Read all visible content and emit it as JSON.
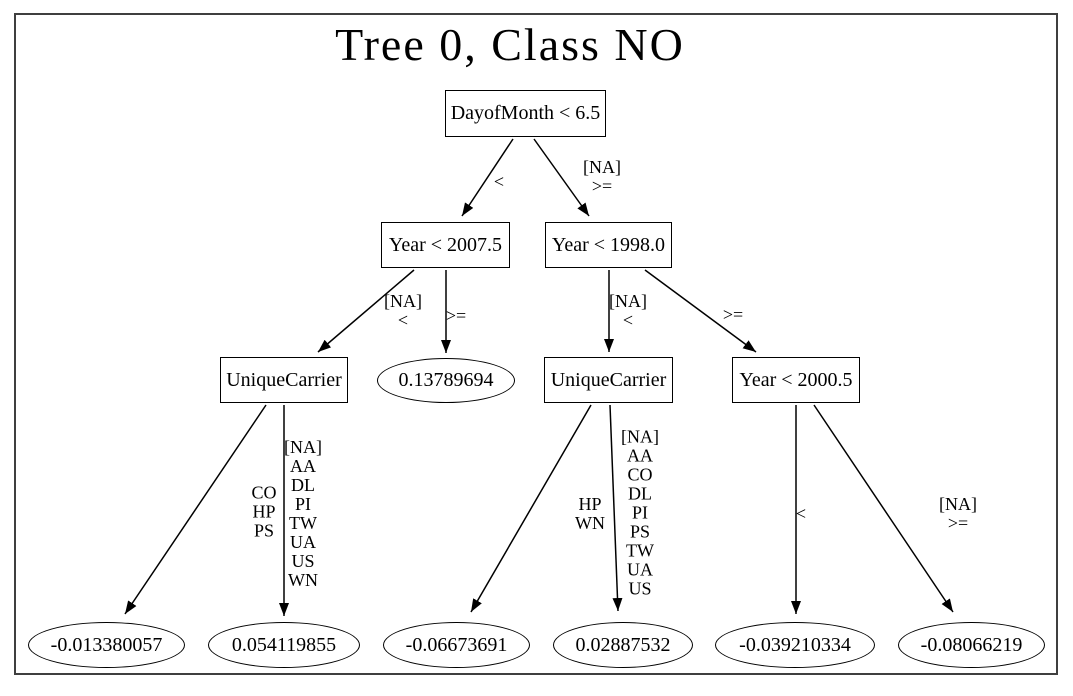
{
  "title": "Tree 0, Class NO",
  "colors": {
    "background": "#ffffff",
    "frame_border": "#3f3f3f",
    "node_stroke": "#000000",
    "edge_stroke": "#000000",
    "text": "#000000"
  },
  "tree": {
    "nodes": [
      {
        "id": "root",
        "label": "DayofMonth < 6.5",
        "shape": "box"
      },
      {
        "id": "year-2007-5",
        "label": "Year < 2007.5",
        "shape": "box"
      },
      {
        "id": "year-1998-0",
        "label": "Year < 1998.0",
        "shape": "box"
      },
      {
        "id": "unique-carrier-left",
        "label": "UniqueCarrier",
        "shape": "box"
      },
      {
        "id": "leaf-0-13789694",
        "label": "0.13789694",
        "shape": "ellipse"
      },
      {
        "id": "unique-carrier-mid",
        "label": "UniqueCarrier",
        "shape": "box"
      },
      {
        "id": "year-2000-5",
        "label": "Year < 2000.5",
        "shape": "box"
      },
      {
        "id": "leaf-neg-0-013380057",
        "label": "-0.013380057",
        "shape": "ellipse"
      },
      {
        "id": "leaf-0-054119855",
        "label": "0.054119855",
        "shape": "ellipse"
      },
      {
        "id": "leaf-neg-0-06673691",
        "label": "-0.06673691",
        "shape": "ellipse"
      },
      {
        "id": "leaf-0-02887532",
        "label": "0.02887532",
        "shape": "ellipse"
      },
      {
        "id": "leaf-neg-0-039210334",
        "label": "-0.039210334",
        "shape": "ellipse"
      },
      {
        "id": "leaf-neg-0-08066219",
        "label": "-0.08066219",
        "shape": "ellipse"
      }
    ],
    "edges": [
      {
        "from": "root",
        "to": "year-2007-5",
        "label": "<"
      },
      {
        "from": "root",
        "to": "year-1998-0",
        "label": "[NA]\n>="
      },
      {
        "from": "year-2007-5",
        "to": "unique-carrier-left",
        "label": "[NA]\n<"
      },
      {
        "from": "year-2007-5",
        "to": "leaf-0-13789694",
        "label": ">="
      },
      {
        "from": "year-1998-0",
        "to": "unique-carrier-mid",
        "label": "[NA]\n<"
      },
      {
        "from": "year-1998-0",
        "to": "year-2000-5",
        "label": ">="
      },
      {
        "from": "unique-carrier-left",
        "to": "leaf-neg-0-013380057",
        "label": "CO\nHP\nPS"
      },
      {
        "from": "unique-carrier-left",
        "to": "leaf-0-054119855",
        "label": "[NA]\nAA\nDL\nPI\nTW\nUA\nUS\nWN"
      },
      {
        "from": "unique-carrier-mid",
        "to": "leaf-neg-0-06673691",
        "label": "HP\nWN"
      },
      {
        "from": "unique-carrier-mid",
        "to": "leaf-0-02887532",
        "label": "[NA]\nAA\nCO\nDL\nPI\nPS\nTW\nUA\nUS"
      },
      {
        "from": "year-2000-5",
        "to": "leaf-neg-0-039210334",
        "label": "<"
      },
      {
        "from": "year-2000-5",
        "to": "leaf-neg-0-08066219",
        "label": "[NA]\n>="
      }
    ]
  }
}
